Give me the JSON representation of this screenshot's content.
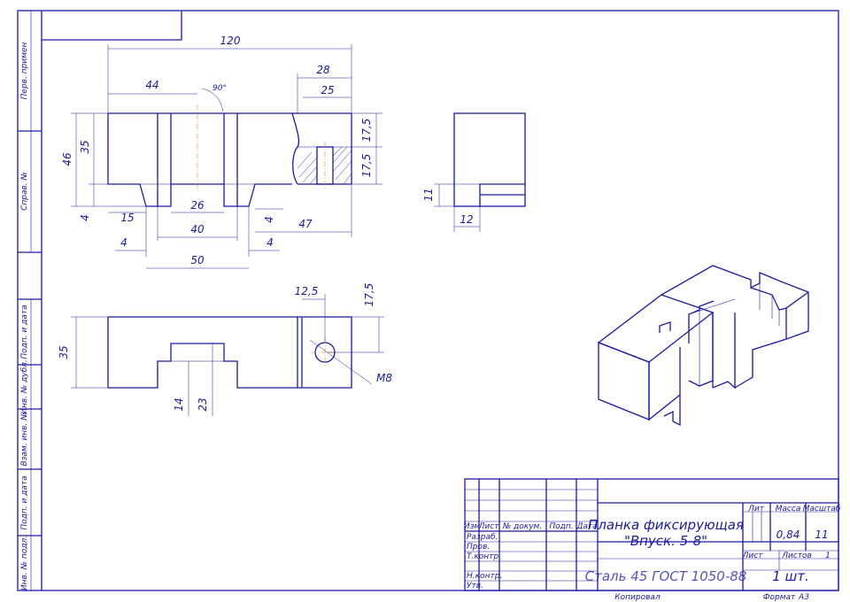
{
  "colors": {
    "line": "#1a1aa8",
    "axis": "#e08020",
    "background": "#ffffff"
  },
  "side_strip": {
    "labels": [
      "Перв. примен",
      "Справ. №",
      "Подп. и дата",
      "Инв. № дубл.",
      "Взам. инв. №",
      "Подп. и дата",
      "Инв. № подл."
    ]
  },
  "front_view": {
    "dims": {
      "overall_length": "120",
      "left_slot_offset": "44",
      "angle": "90°",
      "right_28": "28",
      "right_25": "25",
      "height": "46",
      "inner_height": "35",
      "bottom_step": "4",
      "left_foot": "15",
      "center_26": "26",
      "center_40": "40",
      "left_4": "4",
      "right_4": "4",
      "right_47": "47",
      "right_4b": "4",
      "bottom_50": "50",
      "v_17_5_top": "17,5",
      "v_17_5_bot": "17,5"
    }
  },
  "side_view": {
    "dims": {
      "h11": "11",
      "w12": "12"
    }
  },
  "plan_view": {
    "dims": {
      "height": "35",
      "d14": "14",
      "d23": "23",
      "d12_5": "12,5",
      "d17_5": "17,5",
      "thread": "M8"
    }
  },
  "title_block": {
    "part_name_line1": "Планка фиксирующая",
    "part_name_line2": "\"Впуск. 5-8\"",
    "material": "Сталь 45  ГОСТ 1050-88",
    "quantity": "1 шт.",
    "headers": {
      "lit": "Лит",
      "mass": "Масса",
      "scale": "Масштаб",
      "sheet": "Лист",
      "sheets": "Листов"
    },
    "mass_value": "0,84",
    "scale_value": "11",
    "sheets_value": "1",
    "row_headers": {
      "izm": "Изм",
      "list": "Лист",
      "doc_no": "№ докум.",
      "sign": "Подп.",
      "date": "Дата"
    },
    "roles": [
      "Разраб.",
      "Пров.",
      "Т.контр.",
      "Н.контр.",
      "Утв."
    ],
    "copied": "Копировал",
    "format_label": "Формат",
    "format_value": "А3"
  }
}
